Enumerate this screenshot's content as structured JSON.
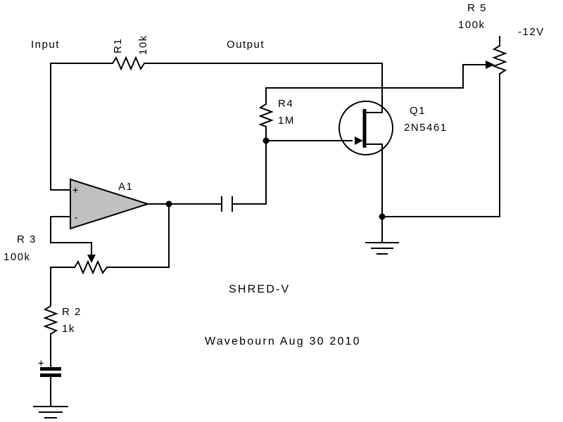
{
  "labels": {
    "input": "Input",
    "output": "Output",
    "r1_name": "R1",
    "r1_value": "10k",
    "r5_name": "R 5",
    "r5_value": "100k",
    "supply": "-12V",
    "r4_name": "R4",
    "r4_value": "1M",
    "q1_name": "Q1",
    "q1_part": "2N5461",
    "a1_name": "A1",
    "r3_name": "R 3",
    "r3_value": "100k",
    "r2_name": "R 2",
    "r2_value": "1k",
    "opamp_plus": "+",
    "opamp_minus": "-",
    "cap_plus": "+",
    "title": "SHRED-V",
    "credit": "Wavebourn Aug 30 2010"
  },
  "colors": {
    "ink": "#000000",
    "opamp_fill": "#c0c0c0",
    "background": "#ffffff"
  }
}
